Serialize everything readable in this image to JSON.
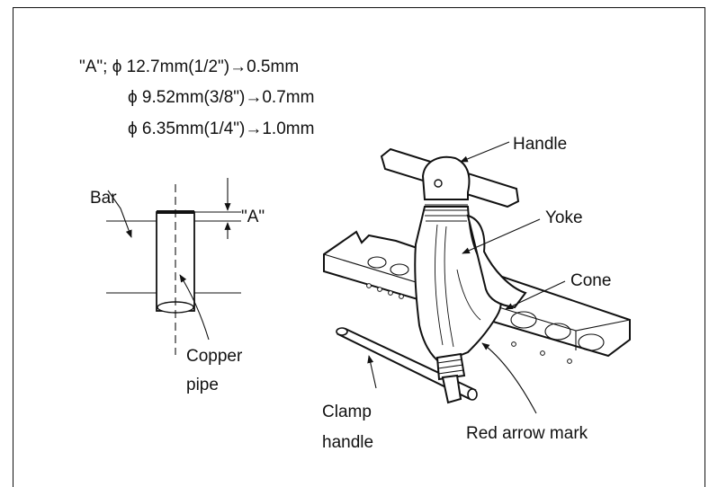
{
  "specs": {
    "line1": "\"A\"; ϕ 12.7mm(1/2\")→0.5mm",
    "line2": "ϕ 9.52mm(3/8\")→0.7mm",
    "line3": "ϕ 6.35mm(1/4\")→1.0mm"
  },
  "labels": {
    "bar": "Bar",
    "a_marker": "\"A\"",
    "copper": "Copper",
    "pipe": "pipe",
    "handle": "Handle",
    "yoke": "Yoke",
    "cone": "Cone",
    "clamp": "Clamp",
    "clamp_handle": "handle",
    "red_arrow": "Red arrow mark"
  }
}
